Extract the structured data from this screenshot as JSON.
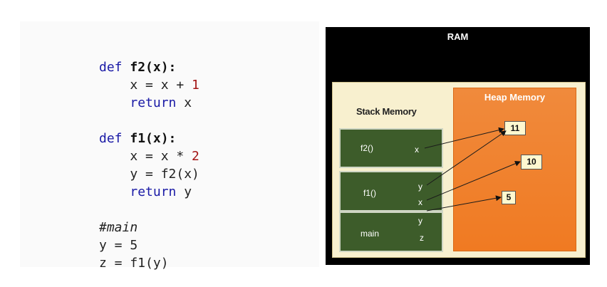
{
  "code": [
    [
      {
        "t": "def ",
        "c": "kw"
      },
      {
        "t": "f2(x):",
        "c": "fn"
      }
    ],
    [
      {
        "t": "    x = x + ",
        "c": ""
      },
      {
        "t": "1",
        "c": "num"
      }
    ],
    [
      {
        "t": "    ",
        "c": ""
      },
      {
        "t": "return",
        "c": "kw"
      },
      {
        "t": " x",
        "c": ""
      }
    ],
    [],
    [
      {
        "t": "def ",
        "c": "kw"
      },
      {
        "t": "f1(x):",
        "c": "fn"
      }
    ],
    [
      {
        "t": "    x = x * ",
        "c": ""
      },
      {
        "t": "2",
        "c": "num"
      }
    ],
    [
      {
        "t": "    y = f2(x)",
        "c": ""
      }
    ],
    [
      {
        "t": "    ",
        "c": ""
      },
      {
        "t": "return",
        "c": "kw"
      },
      {
        "t": " y",
        "c": ""
      }
    ],
    [],
    [
      {
        "t": "#main",
        "c": "cm"
      }
    ],
    [
      {
        "t": "y = 5",
        "c": ""
      }
    ],
    [
      {
        "t": "z = f1(y)",
        "c": ""
      }
    ]
  ],
  "ram": {
    "title": "RAM",
    "stack": {
      "title": "Stack Memory",
      "frames": [
        {
          "name": "f2()",
          "vars": [
            "x"
          ]
        },
        {
          "name": "f1()",
          "vars": [
            "y",
            "x"
          ]
        },
        {
          "name": "main",
          "vars": [
            "y",
            "z"
          ]
        }
      ]
    },
    "heap": {
      "title": "Heap Memory",
      "objects": [
        "11",
        "10",
        "5"
      ]
    }
  },
  "colors": {
    "frame": "#3d5c2a",
    "heap": "#f07a22",
    "panel": "#f8f0cf",
    "keyword": "#1a1aa6",
    "number": "#a31515"
  }
}
